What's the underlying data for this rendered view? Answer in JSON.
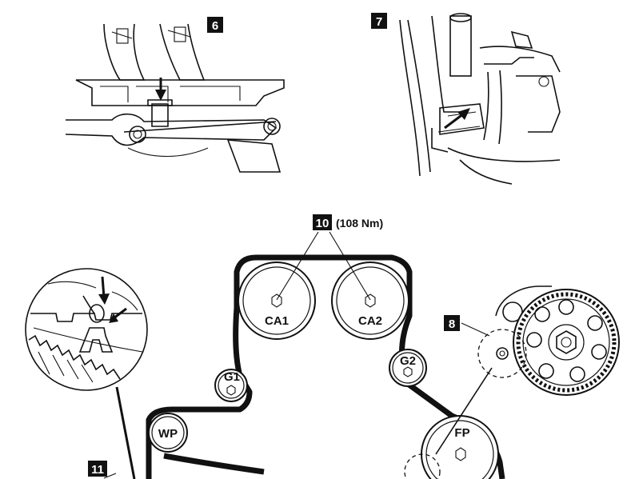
{
  "steps": {
    "step6": "6",
    "step7": "7",
    "step8": "8",
    "step10": "10",
    "step11": "11"
  },
  "torque": "(108 Nm)",
  "pulleys": {
    "ca1": "CA1",
    "ca2": "CA2",
    "g1": "G1",
    "g2": "G2",
    "wp": "WP",
    "fp": "FP"
  }
}
